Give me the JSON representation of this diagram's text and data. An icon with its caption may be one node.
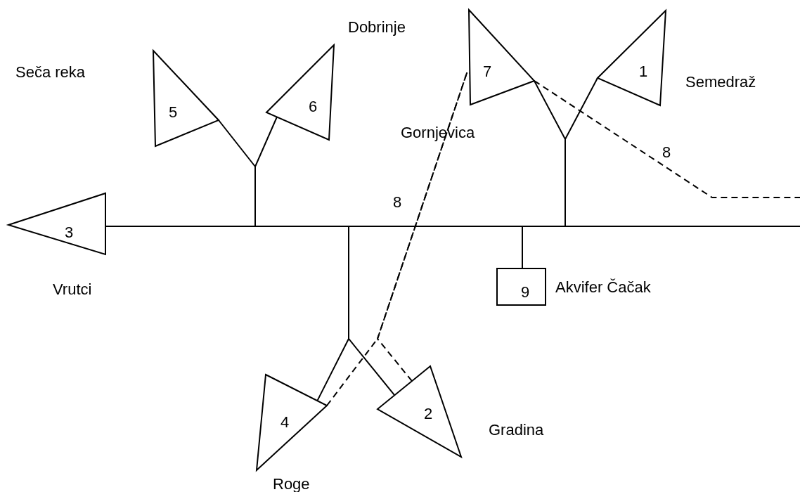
{
  "diagram": {
    "nodes": [
      {
        "text": [
          "7"
        ],
        "beside": [
          "Gornjevica"
        ]
      },
      {
        "text": [
          "1"
        ],
        "beside": [
          "Semedraž"
        ]
      },
      {
        "text": [
          "5"
        ]
      },
      {
        "text": [
          "6"
        ],
        "beside": [
          "Dobrinje"
        ]
      },
      {
        "text": [
          "3"
        ],
        "beside": [
          "Vrutci"
        ]
      },
      {
        "text": [
          "9"
        ],
        "beside": [
          "Akvifer Čačak"
        ]
      },
      {
        "text": [
          "4"
        ],
        "beside": [
          "Roge"
        ]
      },
      {
        "text": [
          "2"
        ],
        "beside": [
          "Gradina"
        ]
      }
    ],
    "edges": [
      {
        "from": 2,
        "to": 4,
        "arrow": "none"
      },
      {
        "from": 3,
        "to": 4,
        "arrow": "none"
      },
      {
        "from": 6,
        "to": 4,
        "arrow": "none"
      },
      {
        "from": 7,
        "to": 4,
        "arrow": "none"
      },
      {
        "from": 5,
        "to": 4,
        "arrow": "none"
      },
      {
        "from": 0,
        "to": 4,
        "arrow": "none"
      },
      {
        "from": 1,
        "to": 4,
        "arrow": "none"
      },
      {
        "from": 4,
        "to": null,
        "arrow": "none"
      },
      {
        "from": 6,
        "to": 0,
        "arrow": "none",
        "style": "dashed",
        "label": "8"
      },
      {
        "from": 7,
        "to": 0,
        "arrow": "none",
        "style": "dashed"
      },
      {
        "from": 0,
        "to": null,
        "arrow": "none",
        "style": "dashed",
        "label": "8"
      }
    ],
    "labels": [
      "Seča reka"
    ]
  }
}
